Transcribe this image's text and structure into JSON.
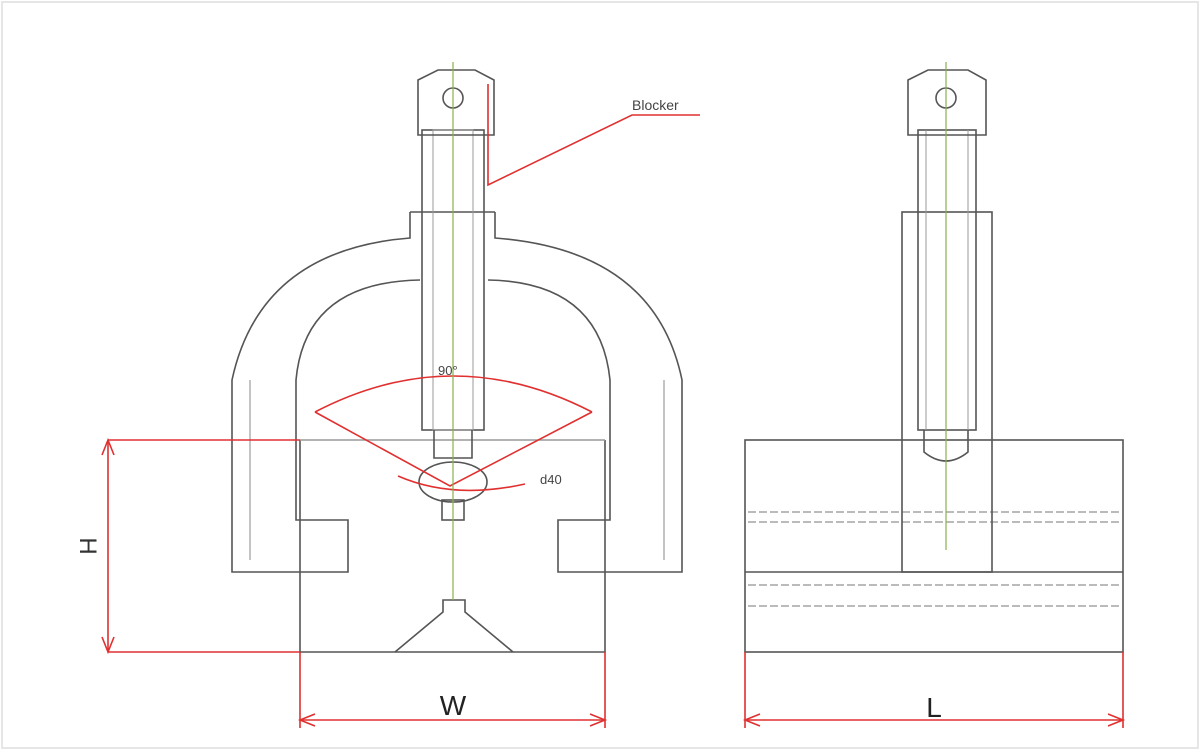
{
  "labels": {
    "callout": "Blocker",
    "angle": "90°",
    "small_dim": "d40",
    "height": "H",
    "width": "W",
    "length": "L"
  },
  "colors": {
    "outline": "#555555",
    "dimension": "#e03030",
    "centerline": "#88b04b",
    "background": "#ffffff"
  }
}
